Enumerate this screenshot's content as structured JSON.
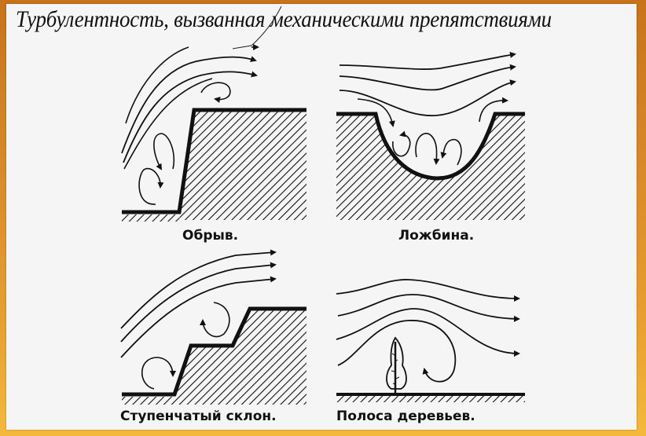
{
  "title": "Турбулентность, вызванная механическими препятствиями",
  "panels": [
    {
      "id": "cliff",
      "caption": "Обрыв."
    },
    {
      "id": "hollow",
      "caption": "Ложбина."
    },
    {
      "id": "stepped-slope",
      "caption": "Ступенчатый склон."
    },
    {
      "id": "tree-belt",
      "caption": "Полоса деревьев."
    }
  ],
  "colors": {
    "frame": "#d98a2a",
    "background": "#f5f5f5",
    "ink": "#111111"
  }
}
